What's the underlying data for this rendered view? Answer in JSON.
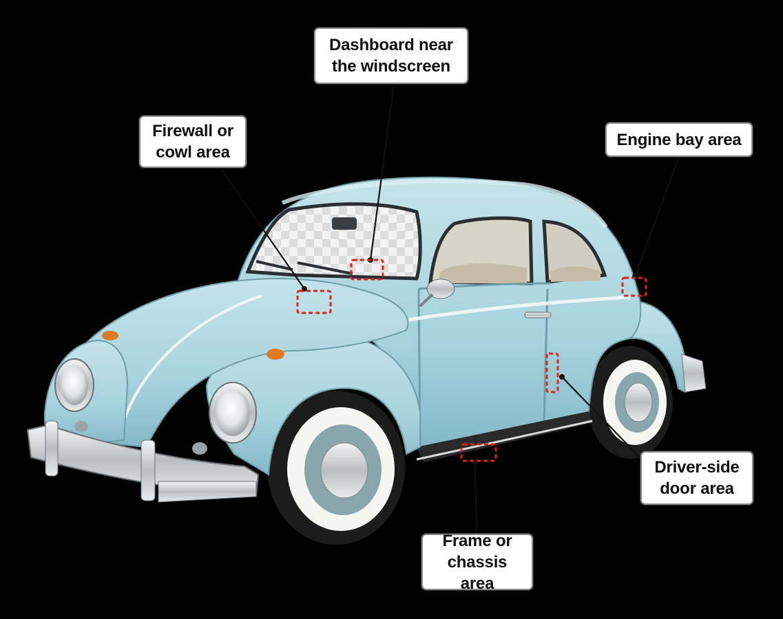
{
  "diagram": {
    "colors": {
      "background": "#000000",
      "car_body": "#a7d3dd",
      "marker": "#e02020",
      "callout_bg": "#ffffff",
      "leader_line": "#111111"
    },
    "subject_icon": "vw-beetle-car-illustration",
    "callouts": [
      {
        "id": "dashboard",
        "label": "Dashboard near\nthe windscreen"
      },
      {
        "id": "firewall",
        "label": "Firewall or\ncowl area"
      },
      {
        "id": "engine",
        "label": "Engine bay area"
      },
      {
        "id": "door",
        "label": "Driver-side\ndoor area"
      },
      {
        "id": "frame",
        "label": "Frame or\nchassis area"
      }
    ]
  }
}
